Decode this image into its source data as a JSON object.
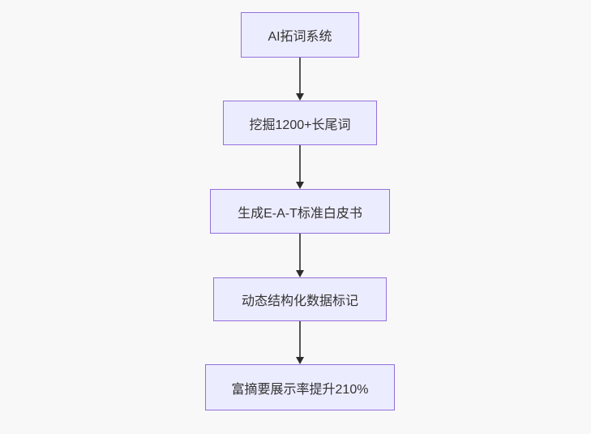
{
  "flowchart": {
    "type": "flowchart",
    "direction": "top-down",
    "nodes": [
      {
        "id": "A",
        "label": "AI拓词系统"
      },
      {
        "id": "B",
        "label": "挖掘1200+长尾词"
      },
      {
        "id": "C",
        "label": "生成E-A-T标准白皮书"
      },
      {
        "id": "D",
        "label": "动态结构化数据标记"
      },
      {
        "id": "E",
        "label": "富摘要展示率提升210%"
      }
    ],
    "edges": [
      {
        "from": "A",
        "to": "B"
      },
      {
        "from": "B",
        "to": "C"
      },
      {
        "from": "C",
        "to": "D"
      },
      {
        "from": "D",
        "to": "E"
      }
    ],
    "colors": {
      "background": "#f8f8f8",
      "node_fill": "#ECECFF",
      "node_border": "#9370DB",
      "node_text": "#333333",
      "arrow_line": "#555555",
      "arrow_head": "#2b2b2b"
    }
  }
}
